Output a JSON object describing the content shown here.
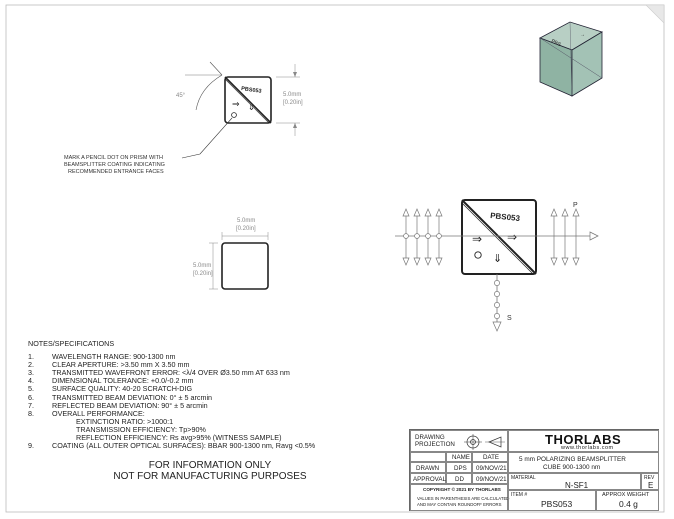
{
  "drawing": {
    "part_label": "PBS053",
    "dimensions": {
      "size": "5.0mm",
      "size_in": "[0.20in]",
      "angle": "45°"
    },
    "note_callout": [
      "MARK A PENCIL DOT ON PRISM WITH",
      "BEAMSPLITTER COATING INDICATING",
      "RECOMMENDED ENTRANCE FACES"
    ],
    "beam_labels": {
      "p": "P",
      "s": "S"
    }
  },
  "notes": {
    "title": "NOTES/SPECIFICATIONS",
    "items": [
      {
        "num": "1.",
        "text": "WAVELENGTH RANGE: 900-1300 nm"
      },
      {
        "num": "2.",
        "text": "CLEAR APERTURE: >3.50 mm X 3.50 mm"
      },
      {
        "num": "3.",
        "text": "TRANSMITTED WAVEFRONT ERROR: <λ/4 OVER Ø3.50 mm AT 633 nm"
      },
      {
        "num": "4.",
        "text": "DIMENSIONAL TOLERANCE: +0.0/-0.2 mm"
      },
      {
        "num": "5.",
        "text": "SURFACE QUALITY: 40-20 SCRATCH-DIG"
      },
      {
        "num": "6.",
        "text": "TRANSMITTED BEAM DEVIATION: 0° ± 5 arcmin"
      },
      {
        "num": "7.",
        "text": "REFLECTED BEAM DEVIATION: 90° ± 5 arcmin"
      },
      {
        "num": "8.",
        "text": "OVERALL PERFORMANCE:"
      }
    ],
    "sub_items": [
      "EXTINCTION RATIO: >1000:1",
      "TRANSMISSION EFFICIENCY: Tp>90%",
      "REFLECTION EFFICIENCY: Rs avg>95% (WITNESS SAMPLE)"
    ],
    "last": {
      "num": "9.",
      "text": "COATING (ALL OUTER OPTICAL SURFACES): BBAR 900-1300 nm, Ravg <0.5%"
    }
  },
  "disclaimer": {
    "line1": "FOR INFORMATION ONLY",
    "line2": "NOT FOR MANUFACTURING PURPOSES"
  },
  "title_block": {
    "drawing_projection": [
      "DRAWING",
      "PROJECTION"
    ],
    "brand": "THORLABS",
    "brand_url": "www.thorlabs.com",
    "name_hdr": "NAME",
    "date_hdr": "DATE",
    "drawn_label": "DRAWN",
    "drawn_name": "DPS",
    "drawn_date": "09/NOV/21",
    "approval_label": "APPROVAL",
    "approval_name": "DD",
    "approval_date": "09/NOV/21",
    "copyright": "COPYRIGHT © 2021 BY THORLABS",
    "values_note": [
      "VALUES IN PARENTHESIS ARE CALCULATED",
      "AND MAY CONTAIN ROUNDOFF ERRORS"
    ],
    "description": [
      "5 mm POLARIZING BEAMSPLITTER",
      "CUBE 900-1300 nm"
    ],
    "material_label": "MATERIAL",
    "material": "N-SF1",
    "rev_label": "REV",
    "rev": "E",
    "item_label": "ITEM #",
    "item": "PBS053",
    "weight_label": "APPROX WEIGHT",
    "weight": "0.4 g"
  }
}
